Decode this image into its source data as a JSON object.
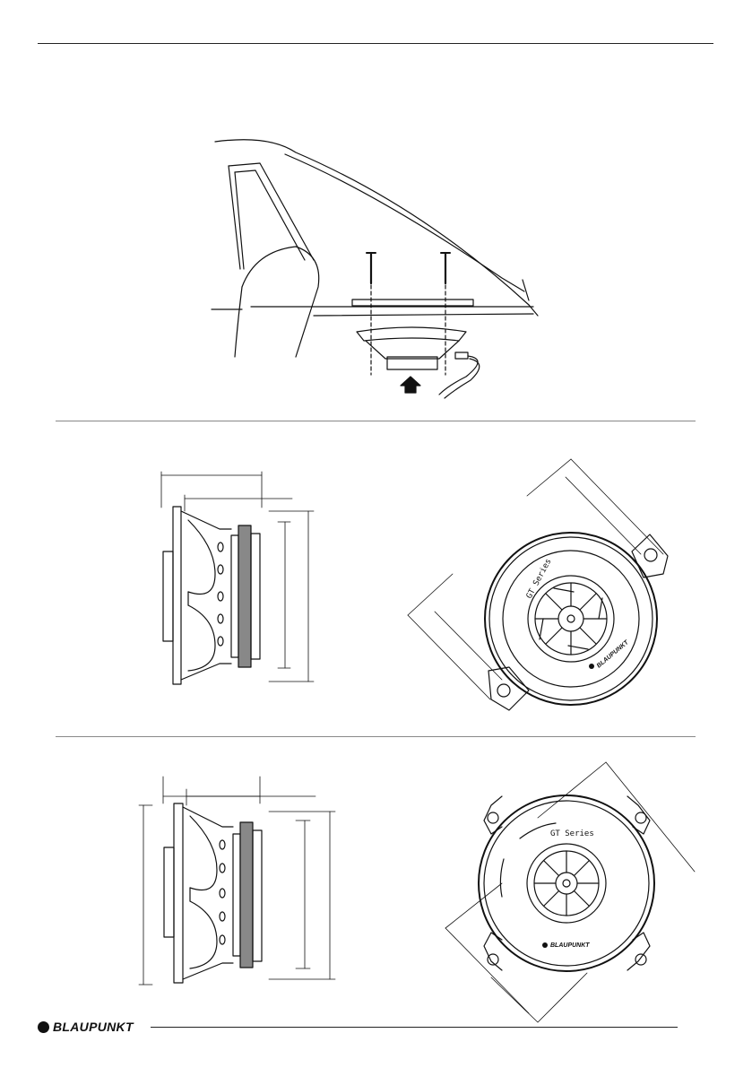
{
  "brand": {
    "name": "BLAUPUNKT"
  },
  "figure2": {
    "series_label": "GT Series",
    "logo_text": "BLAUPUNKT"
  },
  "figure3": {
    "series_label": "GT Series",
    "logo_text": "BLAUPUNKT"
  },
  "colors": {
    "ink": "#111111",
    "paper": "#ffffff",
    "gray": "#888888"
  }
}
